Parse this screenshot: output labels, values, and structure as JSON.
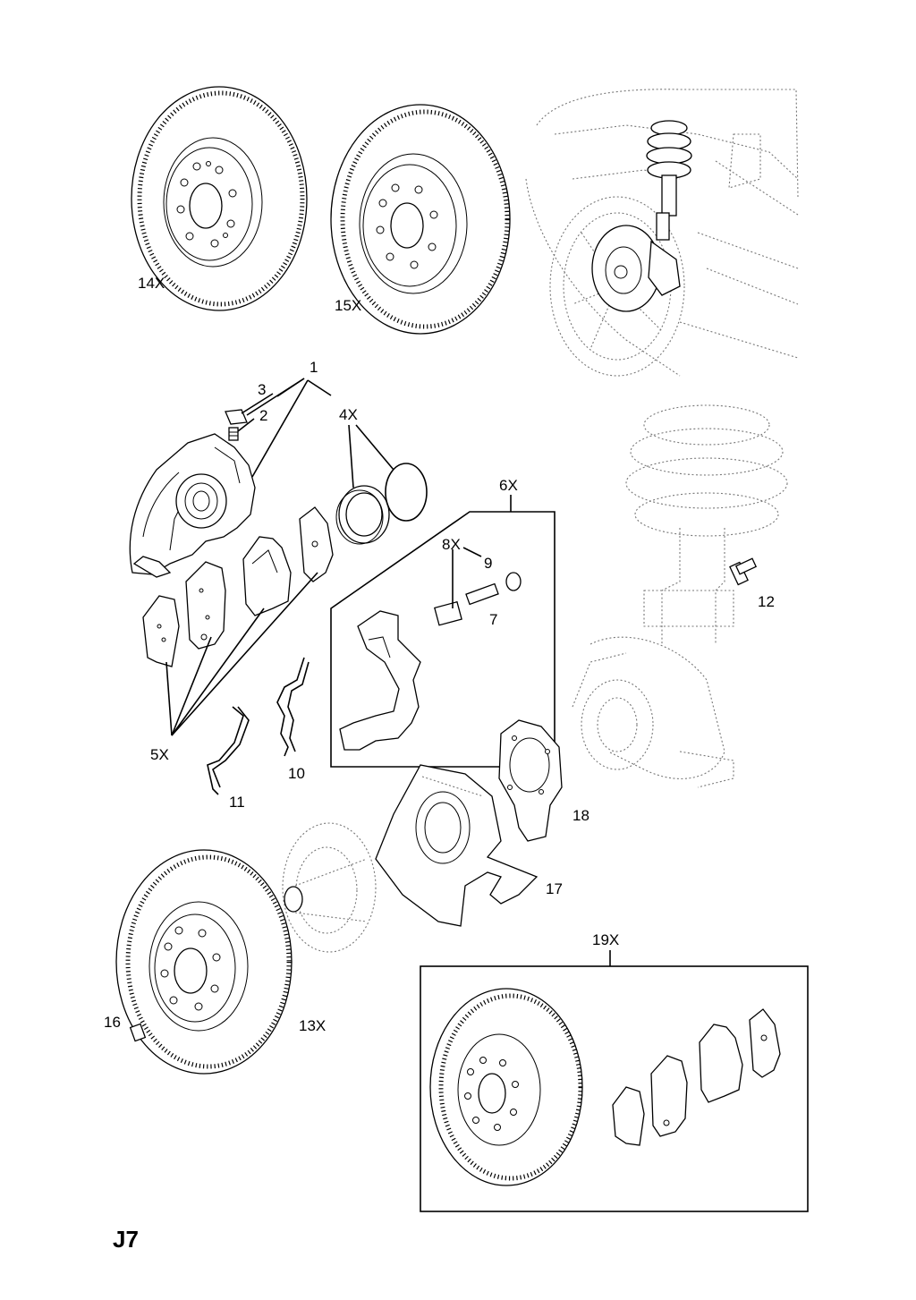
{
  "diagram": {
    "page_code": "J7",
    "callouts": {
      "c1": "1",
      "c2": "2",
      "c3": "3",
      "c4x": "4X",
      "c5x": "5X",
      "c6x": "6X",
      "c7": "7",
      "c8x": "8X",
      "c9": "9",
      "c10": "10",
      "c11": "11",
      "c12": "12",
      "c13x": "13X",
      "c14x": "14X",
      "c15x": "15X",
      "c16": "16",
      "c17": "17",
      "c18": "18",
      "c19x": "19X"
    }
  }
}
